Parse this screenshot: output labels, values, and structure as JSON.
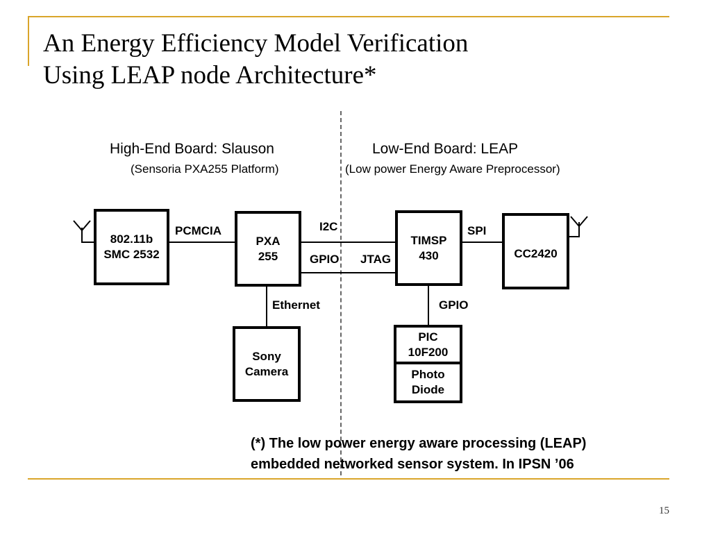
{
  "slide": {
    "title_line1": "An Energy Efficiency Model Verification",
    "title_line2": "Using LEAP node Architecture*",
    "page_number": "15",
    "accent_color": "#d9a52a"
  },
  "diagram": {
    "high_end_heading": "High-End Board:  Slauson",
    "high_end_sub": "(Sensoria PXA255 Platform)",
    "low_end_heading": "Low-End  Board:  LEAP",
    "low_end_sub": "(Low power Energy Aware Preprocessor)",
    "boxes": {
      "wifi_line1": "802.11b",
      "wifi_line2": "SMC 2532",
      "pxa_line1": "PXA",
      "pxa_line2": "255",
      "timsp_line1": "TIMSP",
      "timsp_line2": "430",
      "cc2420": "CC2420",
      "camera_line1": "Sony",
      "camera_line2": "Camera",
      "pic_line1": "PIC",
      "pic_line2": "10F200",
      "photo_line1": "Photo",
      "photo_line2": "Diode"
    },
    "links": {
      "pcmcia": "PCMCIA",
      "i2c": "I2C",
      "gpio_left": "GPIO",
      "jtag": "JTAG",
      "spi": "SPI",
      "ethernet": "Ethernet",
      "gpio_right": "GPIO"
    },
    "icons": [
      "antenna-icon",
      "antenna-icon"
    ]
  },
  "footnote": {
    "line1": "(*) The low power energy aware processing (LEAP)",
    "line2": "embedded networked sensor system. In IPSN ’06"
  }
}
